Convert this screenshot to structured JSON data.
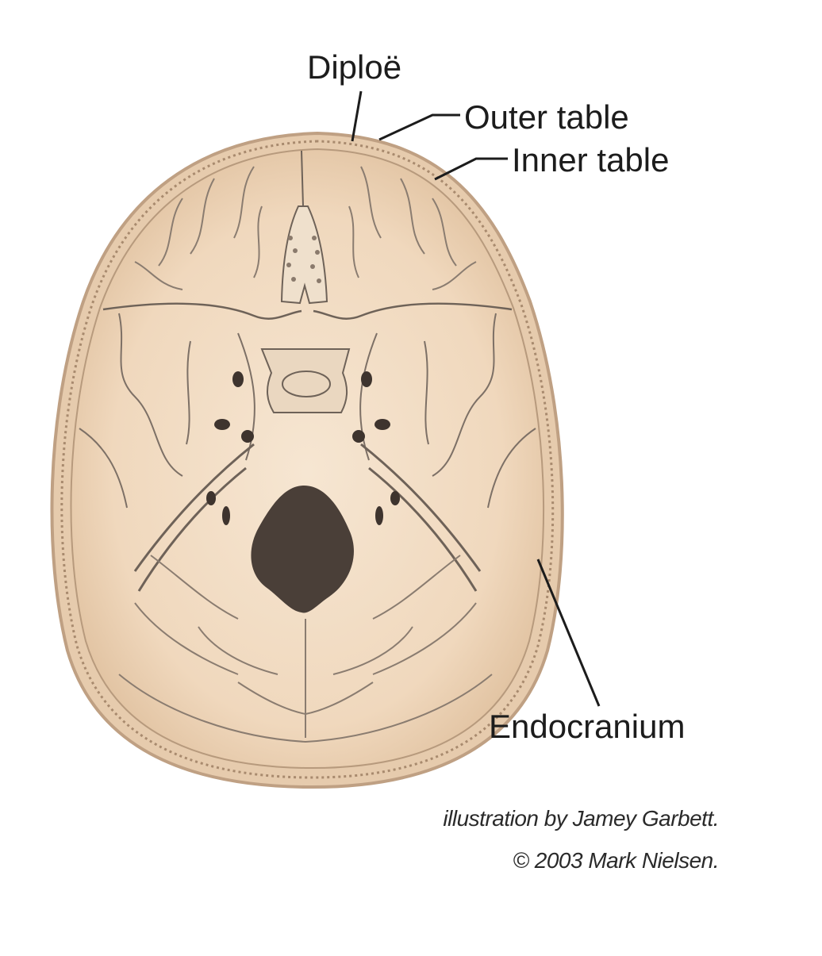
{
  "labels": {
    "diploe": "Diploë",
    "outer_table": "Outer table",
    "inner_table": "Inner table",
    "endocranium": "Endocranium"
  },
  "credits": {
    "illustrator": "illustration by Jamey Garbett.",
    "copyright": "© 2003 Mark Nielsen."
  },
  "colors": {
    "bone_fill": "#f0d9bf",
    "bone_edge": "#c9ab8c",
    "line_work": "#6e6258",
    "foramen_magnum": "#4a3f38",
    "label_text": "#1c1c1c"
  }
}
